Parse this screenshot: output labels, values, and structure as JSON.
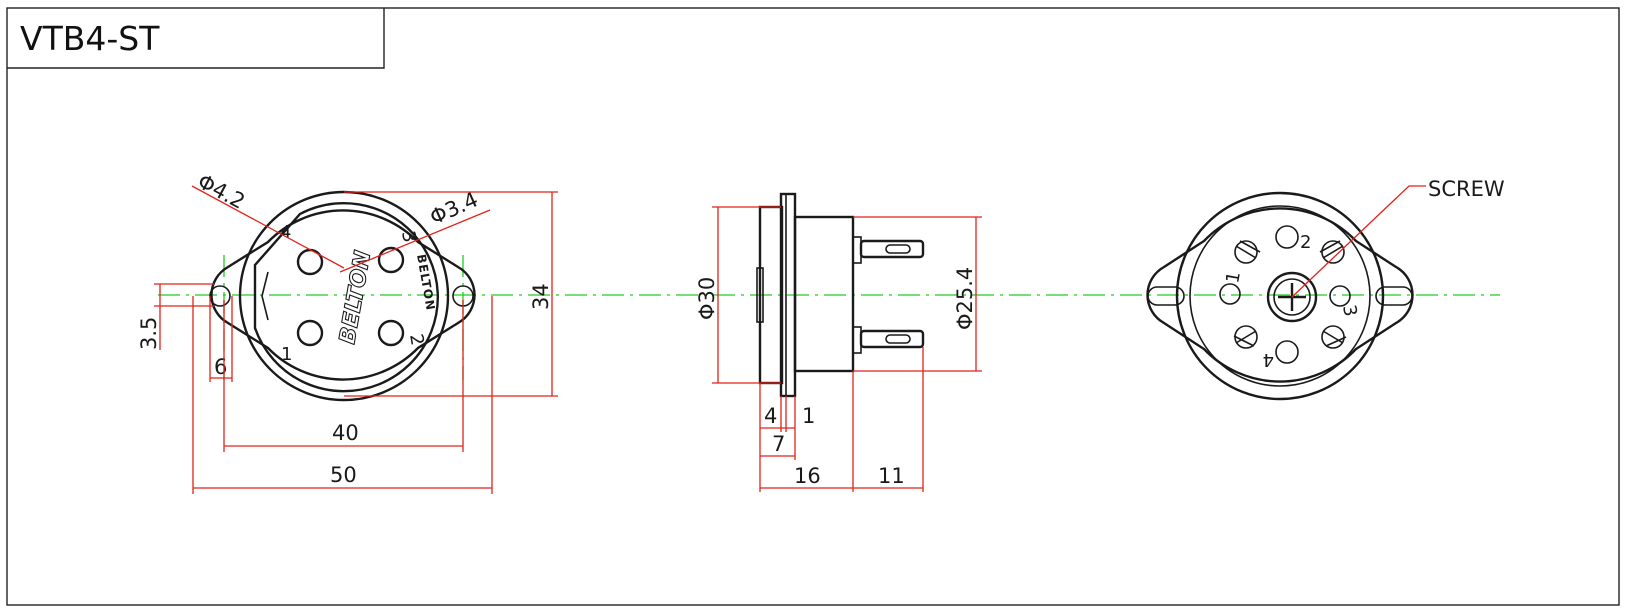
{
  "title": "VTB4-ST",
  "colors": {
    "outline": "#1a1a1a",
    "dimension": "#e2231a",
    "centerline": "#22cc22"
  },
  "front_view": {
    "brand": "BELTON",
    "pin_labels": [
      "1",
      "2",
      "3",
      "4"
    ],
    "dims": {
      "hole_large": "Φ4.2",
      "hole_small": "Φ3.4",
      "overall_height": "34",
      "slot_offset": "3.5",
      "slot_width": "6",
      "mount_pitch": "40",
      "overall_width": "50"
    }
  },
  "side_view": {
    "dims": {
      "flange_dia": "Φ30",
      "body_dia": "Φ25.4",
      "a": "4",
      "b": "1",
      "c": "7",
      "body_len": "16",
      "lug_len": "11"
    }
  },
  "rear_view": {
    "callout": "SCREW",
    "pin_labels": [
      "1",
      "2",
      "3",
      "4"
    ]
  }
}
